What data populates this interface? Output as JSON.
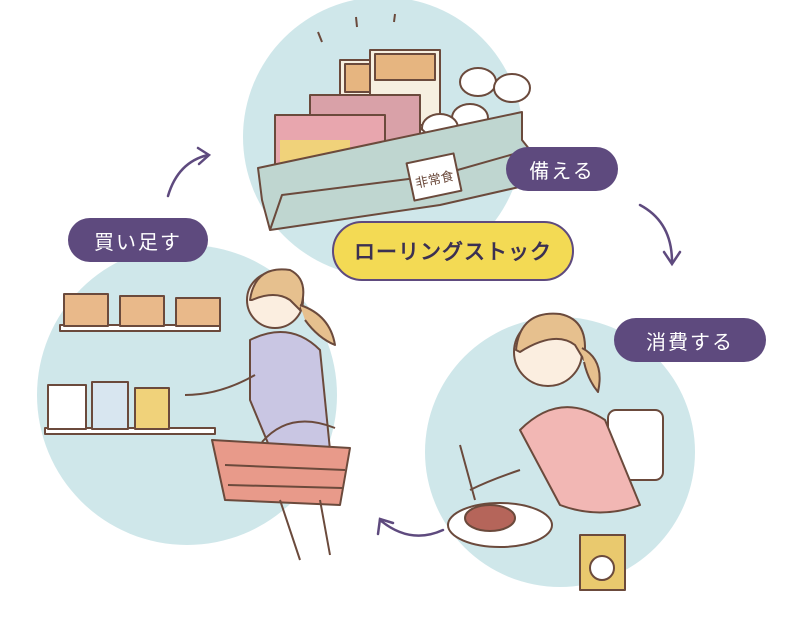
{
  "center_label": "ローリングストック",
  "steps": {
    "prepare": "備える",
    "consume": "消費する",
    "replenish": "買い足す"
  },
  "box_label": "非常食",
  "colors": {
    "circle_fill": "#cfe7ea",
    "pill_fill": "#5e4a7e",
    "center_fill": "#f3da54",
    "arrow": "#5e4a7e"
  }
}
